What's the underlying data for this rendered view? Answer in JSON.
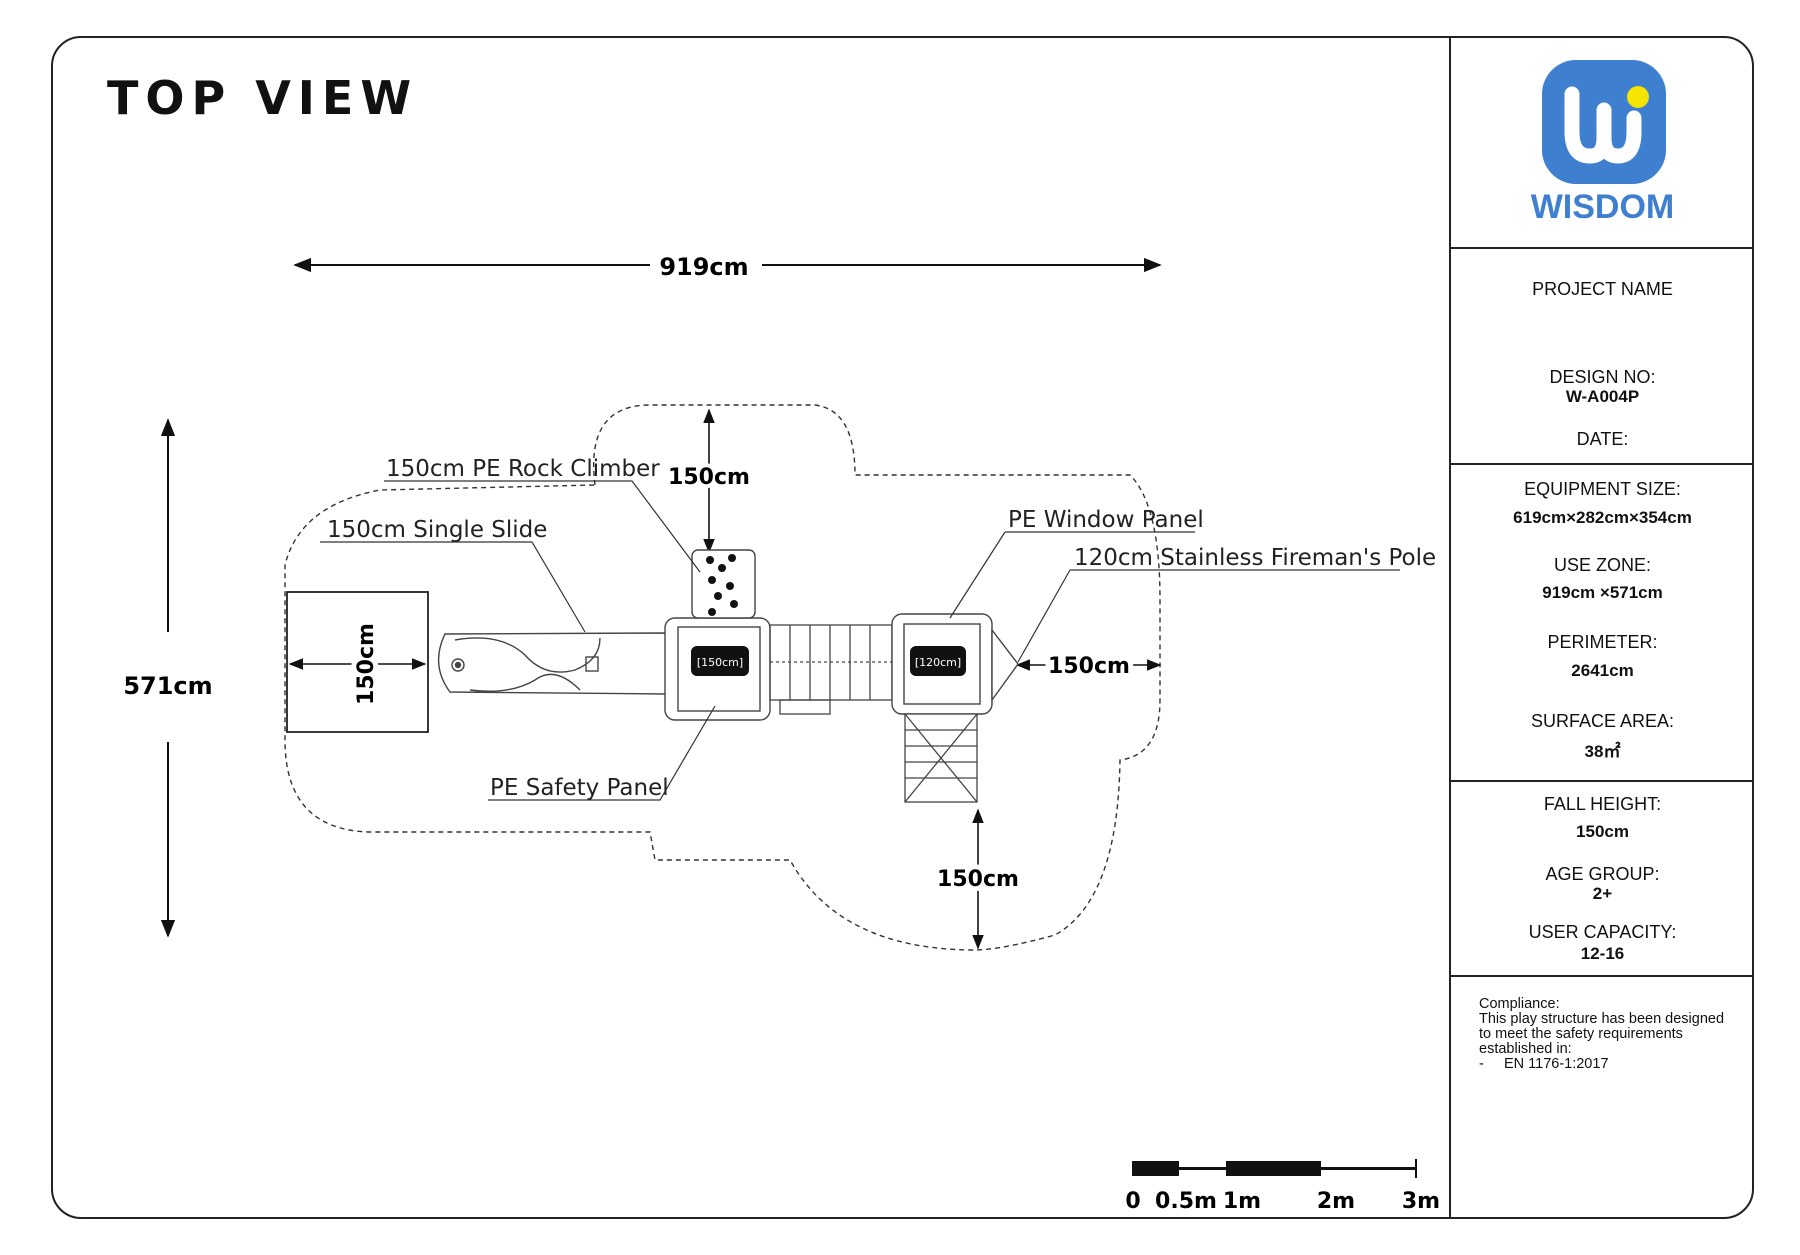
{
  "title": "TOP VIEW",
  "dimensions": {
    "width_label": "919cm",
    "height_label": "571cm",
    "zone_top": "150cm",
    "zone_left": "150cm",
    "zone_right": "150cm",
    "zone_bottom": "150cm"
  },
  "inner_labels": {
    "deck1": "[150cm]",
    "deck2": "[120cm]"
  },
  "callouts": {
    "rock_climber": "150cm PE Rock Climber",
    "single_slide": "150cm Single Slide",
    "window_panel": "PE Window Panel",
    "fireman_pole": "120cm Stainless Fireman's Pole",
    "safety_panel": "PE Safety Panel"
  },
  "scale_bar": {
    "labels": [
      "0",
      "0.5m",
      "1m",
      "2m",
      "3m"
    ]
  },
  "brand": {
    "name": "WISDOM",
    "color": "#3f7fcf",
    "accent": "#f4e400",
    "icon": "wisdom-logo-icon"
  },
  "info": {
    "project_name_label": "PROJECT NAME",
    "design_no_label": "DESIGN NO:",
    "design_no": "W-A004P",
    "date_label": "DATE:",
    "equipment_size_label": "EQUIPMENT SIZE:",
    "equipment_size": "619cm×282cm×354cm",
    "use_zone_label": "USE ZONE:",
    "use_zone": "919cm ×571cm",
    "perimeter_label": "PERIMETER:",
    "perimeter": "2641cm",
    "surface_area_label": "SURFACE AREA:",
    "surface_area": "38㎡",
    "fall_height_label": "FALL HEIGHT:",
    "fall_height": "150cm",
    "age_group_label": "AGE GROUP:",
    "age_group": "2+",
    "user_capacity_label": "USER CAPACITY:",
    "user_capacity": "12-16"
  },
  "compliance": {
    "heading": "Compliance:",
    "line1": "This play structure has been designed",
    "line2": "to meet the safety requirements",
    "line3": "established in:",
    "line4": "-     EN 1176-1:2017"
  }
}
